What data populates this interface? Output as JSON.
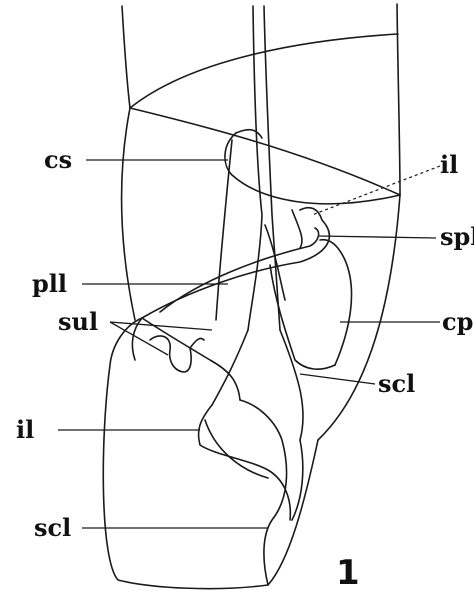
{
  "figure": {
    "number": "1",
    "labels": {
      "cs": "cs",
      "il_top": "il",
      "spl": "spl",
      "pll": "pll",
      "cp": "cp",
      "sul": "sul",
      "scl_mid": "scl",
      "il_left": "il",
      "scl_bottom": "scl"
    }
  }
}
